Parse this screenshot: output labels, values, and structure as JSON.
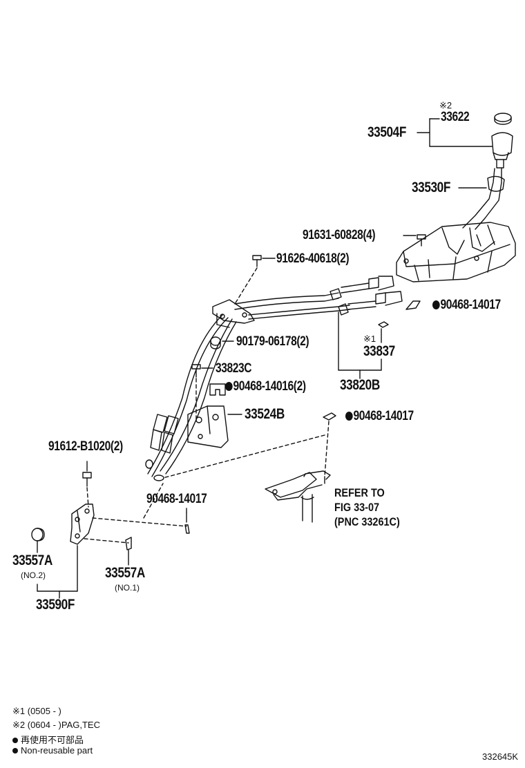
{
  "labels": {
    "mark_2_top": "※2",
    "p33622": "33622",
    "p33504F": "33504F",
    "p33530F": "33530F",
    "p91631": "91631-60828(4)",
    "p91626": "91626-40618(2)",
    "p90468_a": "90468-14017",
    "p90179": "90179-06178(2)",
    "mark_1": "※1",
    "p33837": "33837",
    "p33823C": "33823C",
    "p90468_14016": "90468-14016(2)",
    "p33820B": "33820B",
    "p33524B": "33524B",
    "p90468_b": "90468-14017",
    "p91612": "91612-B1020(2)",
    "p90468_c": "90468-14017",
    "p33557A_no2": "33557A",
    "no2": "(NO.2)",
    "p33557A_no1": "33557A",
    "no1": "(NO.1)",
    "p33590F": "33590F",
    "refer_line1": "REFER TO",
    "refer_line2": "FIG 33-07",
    "refer_line3": "(PNC 33261C)"
  },
  "legend": {
    "line1": "※1 (0505 -          )",
    "line2": "※2 (0604 -          )PAG,TEC",
    "line3": "再使用不可部品",
    "line4": "Non-reusable part"
  },
  "figure_code": "332645K"
}
